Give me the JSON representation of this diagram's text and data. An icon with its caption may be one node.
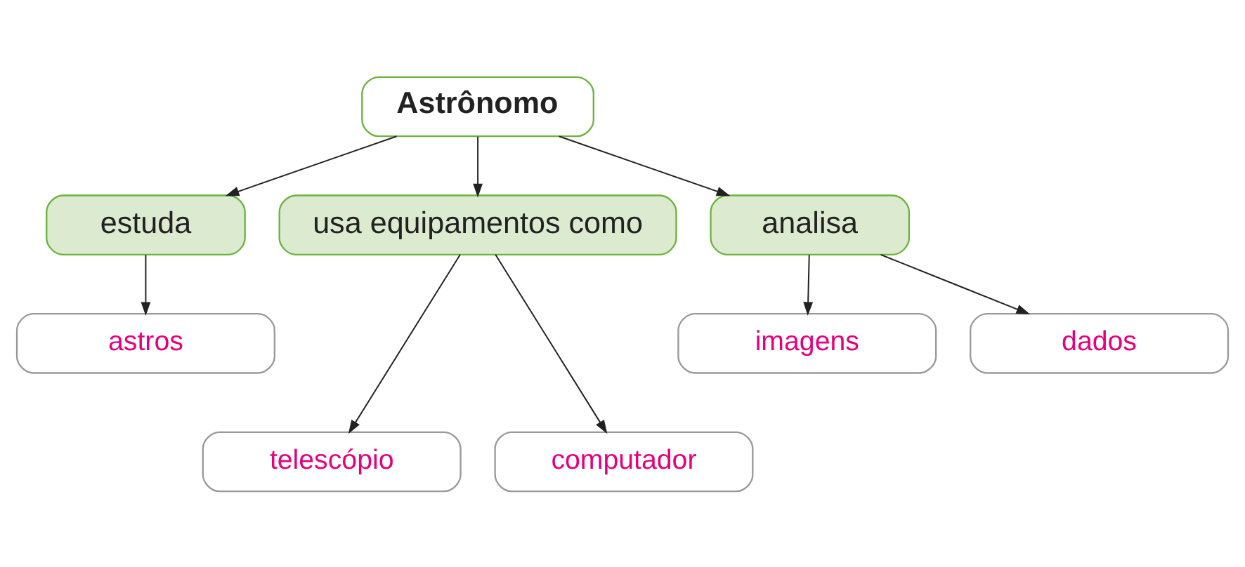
{
  "diagram": {
    "nodes": [
      {
        "text": [
          "Astrônomo"
        ]
      },
      {
        "text": [
          "estuda"
        ]
      },
      {
        "text": [
          "usa equipamentos como"
        ]
      },
      {
        "text": [
          "analisa"
        ]
      },
      {
        "text": [
          "astros"
        ]
      },
      {
        "text": [
          "imagens"
        ]
      },
      {
        "text": [
          "dados"
        ]
      },
      {
        "text": [
          "telescópio"
        ]
      },
      {
        "text": [
          "computador"
        ]
      }
    ],
    "edges": [
      {
        "from": 0,
        "to": 1,
        "arrow": "to"
      },
      {
        "from": 0,
        "to": 2,
        "arrow": "to"
      },
      {
        "from": 0,
        "to": 3,
        "arrow": "to"
      },
      {
        "from": 1,
        "to": 4,
        "arrow": "to"
      },
      {
        "from": 2,
        "to": 7,
        "arrow": "to"
      },
      {
        "from": 2,
        "to": 8,
        "arrow": "to"
      },
      {
        "from": 3,
        "to": 5,
        "arrow": "to"
      },
      {
        "from": 3,
        "to": 6,
        "arrow": "to"
      }
    ]
  }
}
